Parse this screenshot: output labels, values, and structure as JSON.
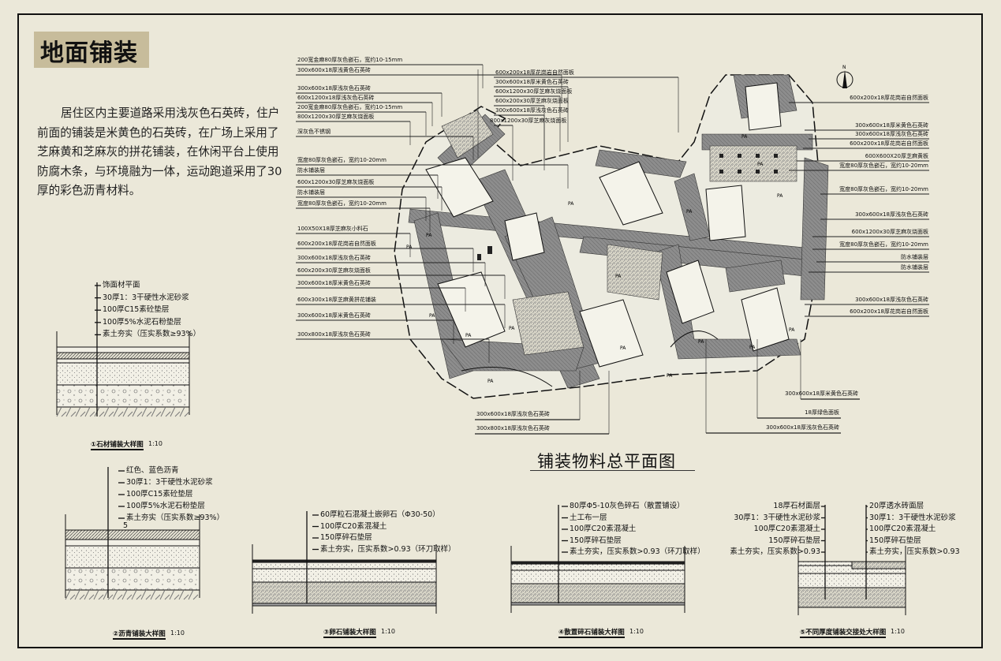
{
  "header": {
    "title": "地面铺装"
  },
  "intro": "居住区内主要道路采用浅灰色石英砖，住户前面的铺装是米黄色的石英砖，在广场上采用了芝麻黄和芝麻灰的拼花铺装，在休闲平台上使用防腐木条，与环境融为一体，运动跑道采用了30厚的彩色沥青材料。",
  "plan": {
    "title": "铺装物料总平面图",
    "parking_label": "PA",
    "left_callouts": [
      "200宽金麻80厚灰色嵌石，宽约10-15mm",
      "300x600x18厚浅黄色石英砖",
      "300x600x18厚浅灰色石英砖",
      "600x1200x18厚浅灰色石英砖",
      "200宽金麻80厚灰色嵌石，宽约10-15mm",
      "800x1200x30厚芝麻灰烧面板",
      "深灰色不锈钢",
      "宽度80厚灰色嵌石，宽约10-20mm",
      "防水铺装层",
      "600x1200x30厚芝麻灰烧面板",
      "防水铺装层",
      "宽度80厚灰色嵌石，宽约10-20mm",
      "100X50X18厚芝麻灰小料石",
      "600x200x18厚花岗岩自然面板",
      "300x600x18厚浅灰色石英砖",
      "600x200x30厚芝麻灰烧面板",
      "300x600x18厚米黄色石英砖",
      "600x300x18厚芝麻黄拼花铺装",
      "300x600x18厚米黄色石英砖",
      "300x800x18厚浅灰色石英砖"
    ],
    "top_callouts": [
      "600x200x18厚花岗岩自然面板",
      "300x600x18厚米黄色石英砖",
      "600x1200x30厚芝麻灰烧面板",
      "600x200x30厚芝麻灰烧面板",
      "300x600x18厚浅灰色石英砖",
      "800x1200x30厚芝麻灰烧面板"
    ],
    "right_callouts": [
      "600x200x18厚花岗岩自然面板",
      "300x600x18厚米黄色石英砖",
      "300x600x18厚浅灰色石英砖",
      "600x200x18厚花岗岩自然面板",
      "600X600X20厚芝麻黄板",
      "宽度80厚灰色嵌石，宽约10-20mm",
      "宽度80厚灰色嵌石，宽约10-20mm",
      "300x600x18厚浅灰色石英砖",
      "600x1200x30厚芝麻灰烧面板",
      "宽度80厚灰色嵌石，宽约10-20mm",
      "防水铺装层",
      "防水铺装层",
      "300x600x18厚浅灰色石英砖",
      "600x200x18厚花岗岩自然面板"
    ],
    "bottom_callouts": [
      "300x600x18厚浅灰色石英砖",
      "300x800x18厚浅灰色石英砖",
      "300x600x18厚米黄色石英砖",
      "18厚绿色面板",
      "300x600x18厚浅灰色石英砖"
    ]
  },
  "sections": [
    {
      "layers": [
        "饰面材平面",
        "30厚1：3干硬性水泥砂浆",
        "100厚C15素砼垫层",
        "100厚5%水泥石粉垫层",
        "素土夯实（压实系数≥93%）"
      ],
      "title": "①石材铺装大样图",
      "scale": "1:10"
    },
    {
      "layers": [
        "红色、蓝色沥青",
        "30厚1：3干硬性水泥砂浆",
        "100厚C15素砼垫层",
        "100厚5%水泥石粉垫层",
        "素土夯实（压实系数≥93%）"
      ],
      "title": "②沥青铺装大样图",
      "scale": "1:10",
      "dim": "5"
    },
    {
      "layers": [
        "60厚粒石混凝土嵌卵石（Φ30-50）",
        "100厚C20素混凝土",
        "150厚碎石垫层",
        "素土夯实，压实系数>0.93（环刀取样）"
      ],
      "title": "③卵石铺装大样图",
      "scale": "1:10"
    },
    {
      "layers": [
        "80厚Φ5-10灰色碎石（散置铺设）",
        "土工布一层",
        "100厚C20素混凝土",
        "150厚碎石垫层",
        "素土夯实，压实系数>0.93（环刀取样）"
      ],
      "title": "④散置碎石铺装大样图",
      "scale": "1:10"
    },
    {
      "layers_left": [
        "18厚石材面层",
        "30厚1：3干硬性水泥砂浆",
        "100厚C20素混凝土",
        "150厚碎石垫层",
        "素土夯实，压实系数>0.93"
      ],
      "layers_right": [
        "20厚透水砖面层",
        "30厚1：3干硬性水泥砂浆",
        "100厚C20素混凝土",
        "150厚碎石垫层",
        "素土夯实，压实系数>0.93"
      ],
      "title": "⑤不同厚度铺装交接处大样图",
      "scale": "1:10"
    }
  ],
  "colors": {
    "background": "#ebe8d9",
    "title_box": "#c7bc9b",
    "paving_gray": "#8c8c8c"
  }
}
